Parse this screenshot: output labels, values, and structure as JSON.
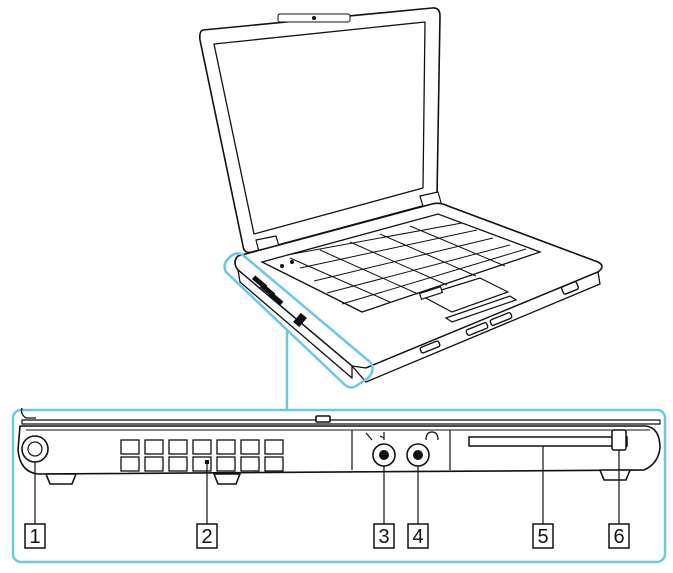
{
  "colors": {
    "callout": "#68c8e6",
    "line": "#111111",
    "background": "#ffffff"
  },
  "callouts": [
    {
      "number": "1"
    },
    {
      "number": "2"
    },
    {
      "number": "3"
    },
    {
      "number": "4"
    },
    {
      "number": "5"
    },
    {
      "number": "6"
    }
  ]
}
